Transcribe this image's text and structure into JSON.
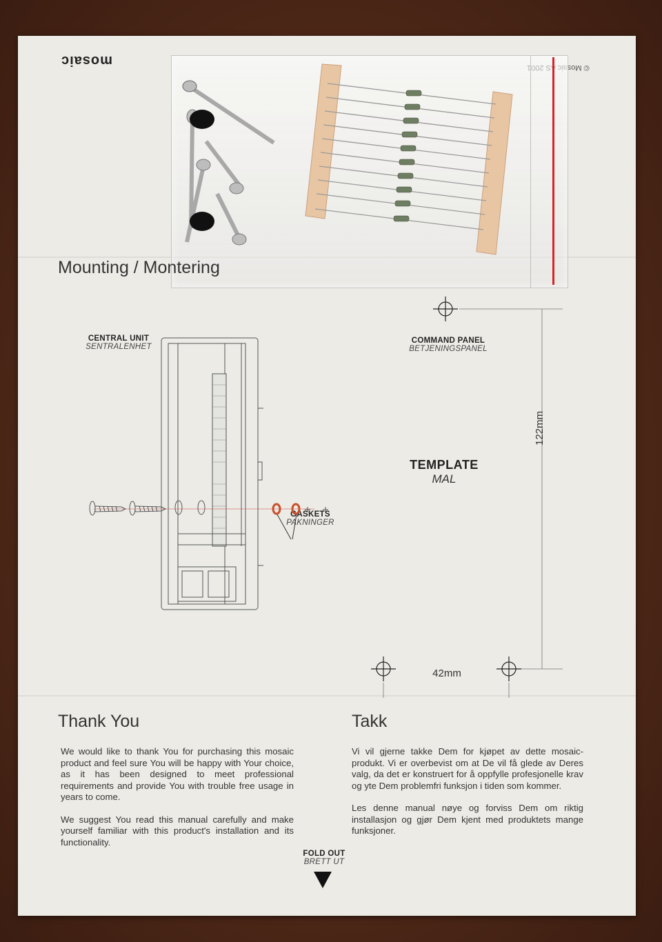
{
  "header": {
    "logo": "mosaic",
    "copyright": "© Mosaic AS 2001"
  },
  "mounting": {
    "title": "Mounting / Montering",
    "central_unit": "CENTRAL UNIT",
    "central_unit_no": "SENTRALENHET",
    "command_panel": "COMMAND PANEL",
    "command_panel_no": "BETJENINGSPANEL",
    "template": "TEMPLATE",
    "template_no": "MAL",
    "gaskets": "GASKETS",
    "gaskets_no": "PAKNINGER",
    "height_dim": "122mm",
    "width_dim": "42mm"
  },
  "thank_you": {
    "title": "Thank You",
    "p1": "We would like to thank You for purchasing this mosaic product and feel sure You will be happy with Your choice, as it has been designed to meet professional requirements and provide You with trouble free usage in years to come.",
    "p2": "We suggest You read this manual carefully and make yourself familiar with this product's installation and its functionality."
  },
  "takk": {
    "title": "Takk",
    "p1": "Vi vil gjerne takke Dem for kjøpet av dette mosaic-produkt. Vi er overbevist om at De vil få glede av Deres valg, da det er konstruert for å oppfylle profesjonelle krav og yte Dem problemfri funksjon i tiden som kommer.",
    "p2": "Les denne manual nøye og forviss Dem om riktig installasjon og gjør Dem kjent med produktets mange funksjoner."
  },
  "fold": {
    "label": "FOLD OUT",
    "label_no": "BRETT UT"
  },
  "colors": {
    "background": "#4e2818",
    "paper": "#ecebe6",
    "gasket": "#c8502a",
    "bag_seal": "#d8232a"
  }
}
